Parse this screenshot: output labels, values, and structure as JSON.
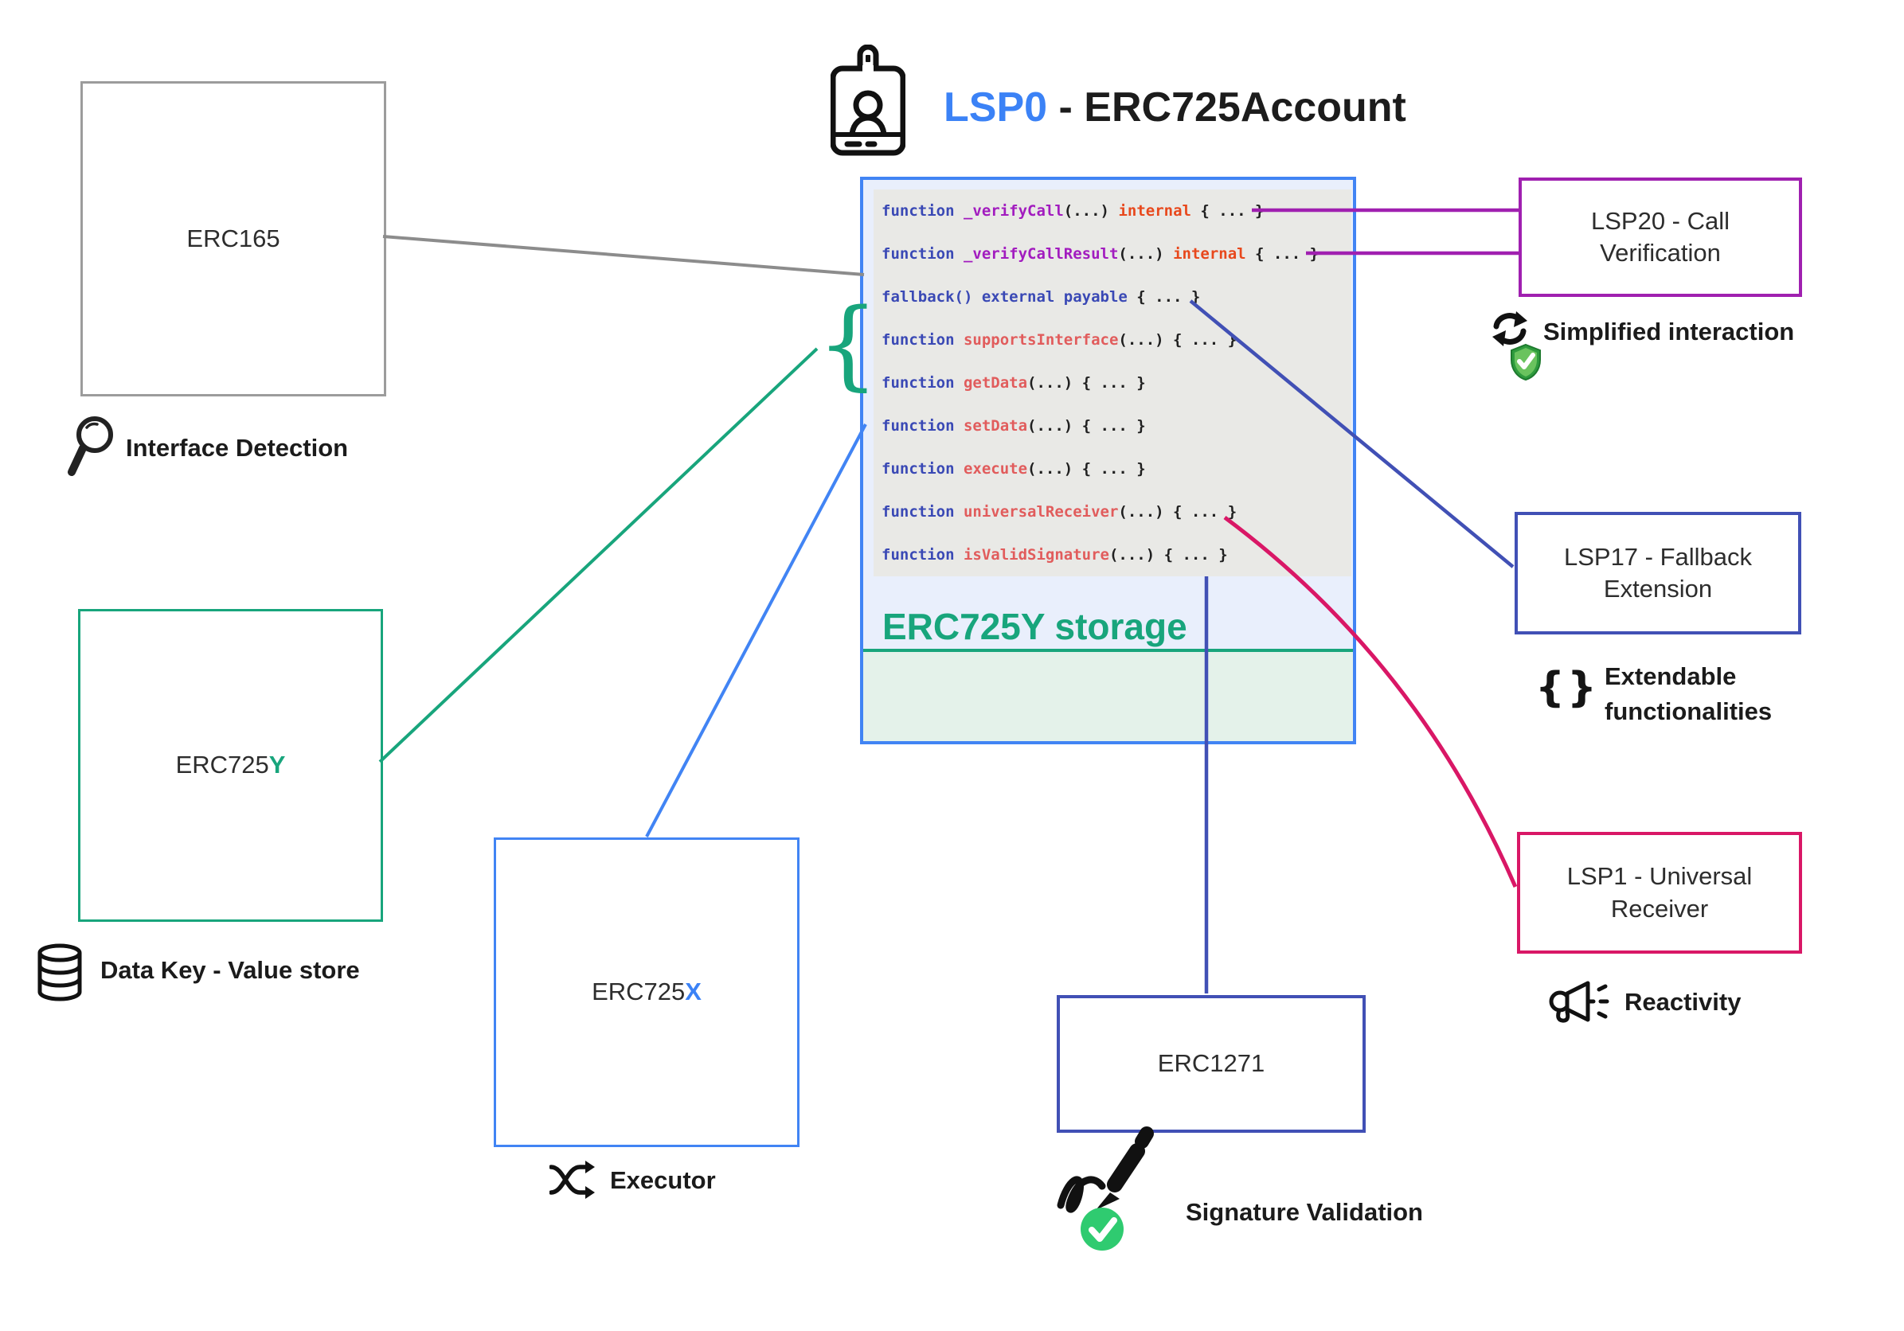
{
  "title": {
    "highlight": "LSP0",
    "rest": " - ERC725Account"
  },
  "colors": {
    "accent_blue": "#4184f4",
    "teal": "#18a57c",
    "indigo": "#4150b5",
    "purple": "#a020b0",
    "crimson": "#d91766",
    "gray": "#9c9c9c",
    "code_keyword": "#3a49b5",
    "code_private_fn": "#a21cbf",
    "code_public_fn": "#e15c5c",
    "code_modifier": "#e8481c"
  },
  "icons": {
    "id-badge-icon": "identity badge card",
    "magnifier-icon": "magnifying glass",
    "database-icon": "database cylinder",
    "shuffle-icon": "crossed shuffle arrows",
    "sync-icon": "circular refresh arrows",
    "shield-check-icon": "green shield with check",
    "braces-icon": "{}",
    "megaphone-icon": "megaphone with sound marks",
    "signature-icon": "handwritten signature with pen",
    "check-circle-icon": "green circle with white check"
  },
  "boxes": {
    "erc165": {
      "label": "ERC165"
    },
    "erc725y": {
      "prefix": "ERC725",
      "suffix": "Y"
    },
    "erc725x": {
      "prefix": "ERC725",
      "suffix": "X"
    },
    "erc1271": {
      "label": "ERC1271"
    },
    "lsp20": {
      "label": "LSP20 - Call Verification"
    },
    "lsp17": {
      "label": "LSP17 - Fallback Extension"
    },
    "lsp1": {
      "label": "LSP1 - Universal Receiver"
    }
  },
  "captions": {
    "interface_detection": "Interface Detection",
    "data_key_value_store": "Data Key - Value store",
    "executor": "Executor",
    "simplified_interaction": "Simplified interaction",
    "extendable_functionalities": "Extendable functionalities",
    "reactivity": "Reactivity",
    "signature_validation": "Signature Validation"
  },
  "storage": {
    "label": "ERC725Y storage"
  },
  "code_panel": {
    "lines": [
      {
        "tokens": [
          {
            "t": "function ",
            "c": "kw"
          },
          {
            "t": "_verifyCall",
            "c": "priv"
          },
          {
            "t": "(...) ",
            "c": "pln"
          },
          {
            "t": "internal",
            "c": "mod"
          },
          {
            "t": " { ... }",
            "c": "pln"
          }
        ]
      },
      {
        "tokens": [
          {
            "t": "function ",
            "c": "kw"
          },
          {
            "t": "_verifyCallResult",
            "c": "priv"
          },
          {
            "t": "(...) ",
            "c": "pln"
          },
          {
            "t": "internal",
            "c": "mod"
          },
          {
            "t": " { ... }",
            "c": "pln"
          }
        ]
      },
      {
        "tokens": [
          {
            "t": "fallback() external payable",
            "c": "kw"
          },
          {
            "t": " { ... }",
            "c": "pln"
          }
        ]
      },
      {
        "tokens": [
          {
            "t": "function ",
            "c": "kw"
          },
          {
            "t": "supportsInterface",
            "c": "fn"
          },
          {
            "t": "(...) { ... }",
            "c": "pln"
          }
        ]
      },
      {
        "tokens": [
          {
            "t": "function ",
            "c": "kw"
          },
          {
            "t": "getData",
            "c": "fn"
          },
          {
            "t": "(...) { ... }",
            "c": "pln"
          }
        ]
      },
      {
        "tokens": [
          {
            "t": "function ",
            "c": "kw"
          },
          {
            "t": "setData",
            "c": "fn"
          },
          {
            "t": "(...) { ... }",
            "c": "pln"
          }
        ]
      },
      {
        "tokens": [
          {
            "t": "function ",
            "c": "kw"
          },
          {
            "t": "execute",
            "c": "fn"
          },
          {
            "t": "(...) { ... }",
            "c": "pln"
          }
        ]
      },
      {
        "tokens": [
          {
            "t": "function ",
            "c": "kw"
          },
          {
            "t": "universalReceiver",
            "c": "fn"
          },
          {
            "t": "(...) { ... }",
            "c": "pln"
          }
        ]
      },
      {
        "tokens": [
          {
            "t": "function ",
            "c": "kw"
          },
          {
            "t": "isValidSignature",
            "c": "fn"
          },
          {
            "t": "(...) { ... }",
            "c": "pln"
          }
        ]
      }
    ]
  }
}
